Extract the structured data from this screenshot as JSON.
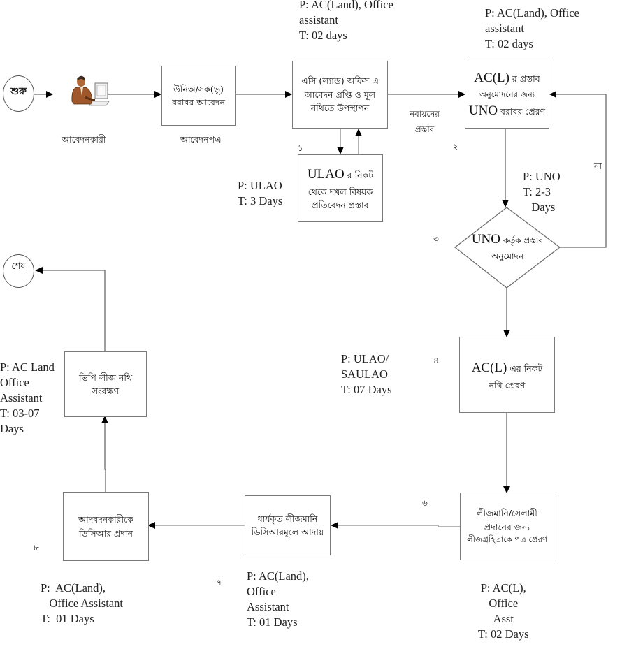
{
  "diagram": {
    "start": {
      "label": "শুরু",
      "icon": "start-terminal-icon"
    },
    "end": {
      "label": "শেষ",
      "icon": "end-terminal-icon"
    },
    "applicant": {
      "icon": "person-at-computer-icon",
      "caption": "আবেদনকারী"
    },
    "application_caption": "আবেদনপএ",
    "nodes": {
      "apply_to_uno": {
        "lines": [
          "উনিঅ/সক(ভূ)",
          "বরাবর আবেদন"
        ]
      },
      "ac_land_office": {
        "lines": [
          "এসি (ল্যান্ড) অফিস এ",
          "আবেদন প্রপ্তি ও মূল",
          "নথিতে উপস্থাপন"
        ]
      },
      "ulao_report": {
        "latin": "ULAO",
        "lines_first_suffix": " র নিকট",
        "lines": [
          "থেকে দখল বিষয়ক",
          "প্রতিবেদন প্রস্তাব"
        ]
      },
      "acl_proposal": {
        "latin1": "AC(L)",
        "line1_suffix": " র  প্রস্তাব",
        "line2": "অনুমোদনের জন্য",
        "latin3": "UNO",
        "line3_suffix": " বরাবর প্রেরণ"
      },
      "uno_decision": {
        "latin": "UNO",
        "line1_suffix": " কর্তৃক প্রস্তাব",
        "line2": "অনুমোদন"
      },
      "acl_file_send": {
        "latin": "AC(L)",
        "line1_suffix": " এর নিকট",
        "line2": "নথি প্রেরণ"
      },
      "lease_letter": {
        "lines": [
          "লীজমানি/সেলামী",
          "প্রদানের জন্য",
          "লীজগ্রহিতাকে পত্র প্রেরণ"
        ]
      },
      "collect_lease_money": {
        "lines": [
          "ধার্যকৃত লীজমানি",
          "ডিসিআরমূলে আদায়"
        ]
      },
      "give_dcr": {
        "lines": [
          "আদবদনকারীকে",
          "ডিসিআর প্রদান"
        ]
      },
      "preserve_file": {
        "lines": [
          "ভিপি লীজ নথি",
          "সংরক্ষণ"
        ]
      }
    },
    "edge_labels": {
      "renewal_proposal": [
        "নবায়নের",
        "প্রস্তাব"
      ],
      "no": "না"
    },
    "step_numbers": [
      "১",
      "২",
      "৩",
      "৪",
      "৬",
      "৭",
      "৮"
    ],
    "annotations": {
      "ac_land_office": "P: AC(Land), Office\nassistant\nT: 02 days",
      "acl_proposal": "P: AC(Land), Office\nassistant\nT: 02 days",
      "ulao_report": "P: ULAO\nT: 3 Days",
      "uno_decision": "P: UNO\nT: 2-3\n   Days",
      "acl_file_send": "P: ULAO/\nSAULAO\nT: 07 Days",
      "lease_letter": "P: AC(L),\nOffice\nAsst\nT: 02 Days",
      "collect_lease_money": "P: AC(Land),\nOffice\nAssistant\nT: 01 Days",
      "give_dcr": "P:  AC(Land),\n   Office Assistant\nT:  01 Days",
      "preserve_file": "P: AC Land\nOffice\nAssistant\nT: 03-07\nDays"
    }
  }
}
